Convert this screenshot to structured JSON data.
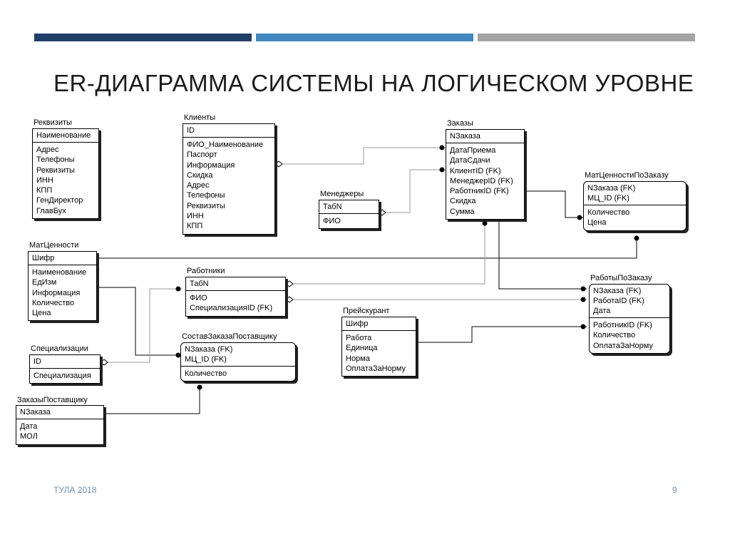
{
  "colors": {
    "bar1": "#1f3f6b",
    "bar2": "#3f8ac2",
    "bar3": "#a3a3a3",
    "accent": "#6a8db5"
  },
  "title": {
    "prefix": "ER",
    "rest": "-ДИАГРАММА СИСТЕМЫ НА ЛОГИЧЕСКОМ УРОВНЕ"
  },
  "footer": {
    "left": "ТУЛА 2018",
    "page": "9"
  },
  "entities": {
    "rekvizity": {
      "title": "Реквизиты",
      "keys": [
        "Наименование"
      ],
      "attrs": [
        "Адрес",
        "Телефоны",
        "Реквизиты",
        "ИНН",
        "КПП",
        "ГенДиректор",
        "ГлавБух"
      ]
    },
    "klienty": {
      "title": "Клиенты",
      "keys": [
        "ID"
      ],
      "attrs": [
        "ФИО_Наименование",
        "Паспорт",
        "Информация",
        "Скидка",
        "Адрес",
        "Телефоны",
        "Реквизиты",
        "ИНН",
        "КПП"
      ]
    },
    "zakazy": {
      "title": "Заказы",
      "keys": [
        "NЗаказа"
      ],
      "attrs": [
        "ДатаПриема",
        "ДатаСдачи",
        "КлиентID (FK)",
        "МенеджерID (FK)",
        "РаботникID (FK)",
        "Скидка",
        "Сумма"
      ]
    },
    "menedzhery": {
      "title": "Менеджеры",
      "keys": [
        "ТабN"
      ],
      "attrs": [
        "ФИО"
      ]
    },
    "matcennostipozakazu": {
      "title": "МатЦенностиПоЗаказу",
      "keys": [
        "NЗаказа (FK)",
        "МЦ_ID (FK)"
      ],
      "attrs": [
        "Количество",
        "Цена"
      ]
    },
    "matcennosti": {
      "title": "МатЦенности",
      "keys": [
        "Шифр"
      ],
      "attrs": [
        "Наименование",
        "ЕдИзм",
        "Информация",
        "Количество",
        "Цена"
      ]
    },
    "rabotniki": {
      "title": "Работники",
      "keys": [
        "ТабN"
      ],
      "attrs": [
        "ФИО",
        "СпециализацияID (FK)"
      ]
    },
    "rabotypozakazu": {
      "title": "РаботыПоЗаказу",
      "keys": [
        "NЗаказа (FK)",
        "РаботаID (FK)",
        "Дата"
      ],
      "attrs": [
        "РаботникID (FK)",
        "Количество",
        "ОплатаЗаНорму"
      ]
    },
    "preyskurant": {
      "title": "Прейскурант",
      "keys": [
        "Шифр"
      ],
      "attrs": [
        "Работа",
        "Единица",
        "Норма",
        "ОплатаЗаНорму"
      ]
    },
    "sostavzakazapostavshchiku": {
      "title": "СоставЗаказаПоставщику",
      "keys": [
        "NЗаказа (FK)",
        "МЦ_ID (FK)"
      ],
      "attrs": [
        "Количество"
      ]
    },
    "specializacii": {
      "title": "Специализации",
      "keys": [
        "ID"
      ],
      "attrs": [
        "Специализация"
      ]
    },
    "zakazypostavshchiku": {
      "title": "ЗаказыПоставщику",
      "keys": [
        "NЗаказа"
      ],
      "attrs": [
        "Дата",
        "МОЛ"
      ]
    }
  }
}
